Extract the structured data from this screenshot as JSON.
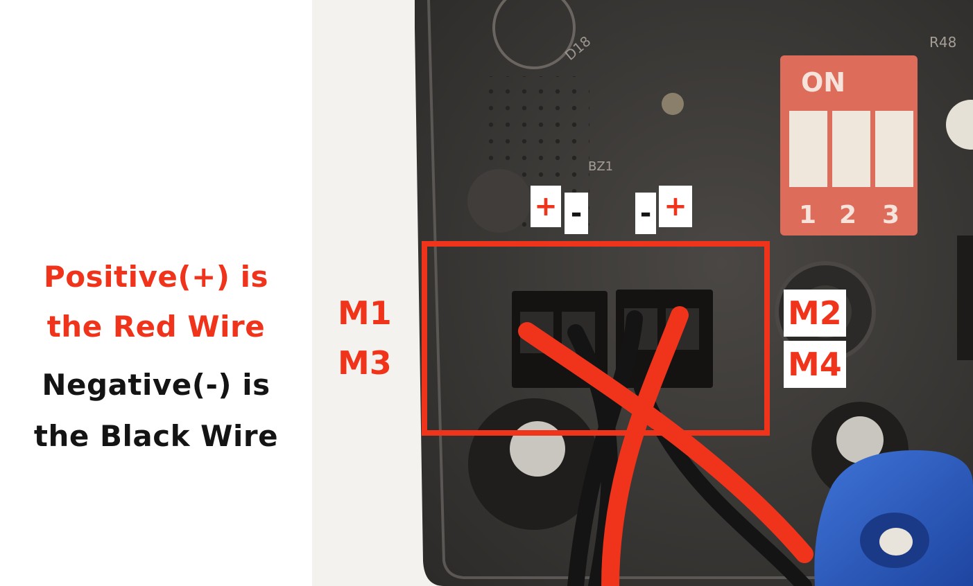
{
  "caption": {
    "positive_line1": "Positive(+) is",
    "positive_line2": "the Red Wire",
    "negative_line1": "Negative(-) is",
    "negative_line2": "the Black Wire"
  },
  "polarity_tags": {
    "left_plus": "+",
    "left_minus": "-",
    "right_minus": "-",
    "right_plus": "+"
  },
  "port_labels": {
    "left_top": "M1",
    "left_bottom": "M3",
    "right_top": "M2",
    "right_bottom": "M4"
  },
  "board_silkscreen": {
    "dip_on": "ON",
    "dip_1": "1",
    "dip_2": "2",
    "dip_3": "3",
    "bz": "BZ1",
    "d18": "D18",
    "r48": "R48"
  },
  "colors": {
    "positive": "#f0341c",
    "negative": "#141414",
    "highlight_box": "#f0341c",
    "board": "#3a3836",
    "dip_switch": "#e0705e",
    "knob": "#2f5fc4"
  }
}
